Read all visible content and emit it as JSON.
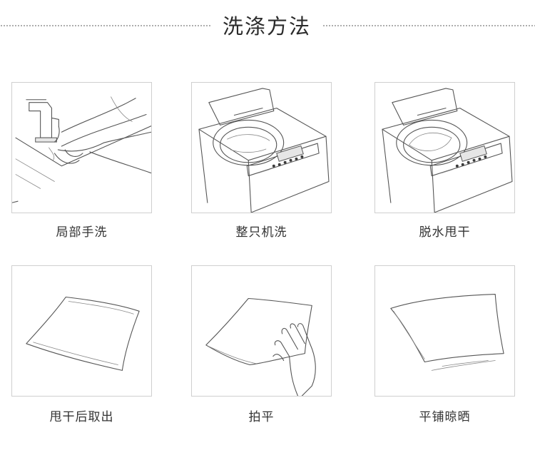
{
  "header": {
    "title": "洗涤方法"
  },
  "steps": [
    {
      "label": "局部手洗",
      "icon": "hand-wash-sink-icon"
    },
    {
      "label": "整只机洗",
      "icon": "washing-machine-icon"
    },
    {
      "label": "脱水甩干",
      "icon": "spin-dry-machine-icon"
    },
    {
      "label": "甩干后取出",
      "icon": "pillow-icon"
    },
    {
      "label": "拍平",
      "icon": "pillow-pat-hand-icon"
    },
    {
      "label": "平铺晾晒",
      "icon": "pillow-flat-dry-icon"
    }
  ]
}
